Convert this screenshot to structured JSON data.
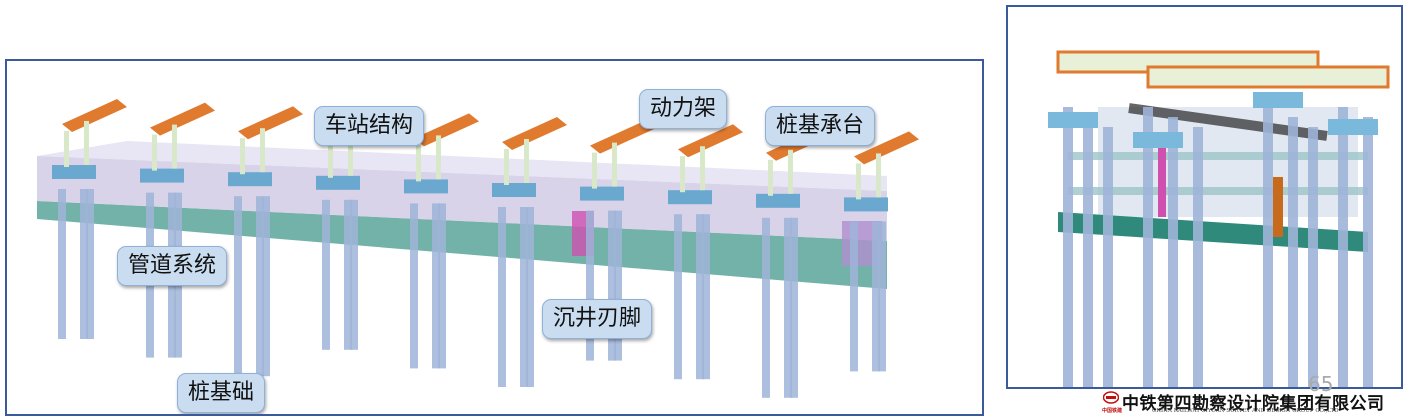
{
  "labels": {
    "station_structure": "车站结构",
    "power_frame": "动力架",
    "pile_cap": "桩基承台",
    "pipeline_system": "管道系统",
    "caisson_cutting_edge": "沉井刃脚",
    "pile_foundation": "桩基础"
  },
  "page_number": "65",
  "footer": {
    "company_cn": "中铁第四勘察设计院集团有限公司",
    "company_en": "CHINA RAILWAY SIYUAN SURVEY AND DESIGN GROUP CO.,LTD",
    "brand": "中国铁建"
  },
  "colors": {
    "border": "#3a5a9c",
    "callout_fill": "#c9dcf0",
    "pile": "#9fb4d8",
    "truss": "#e07a2e",
    "slab": "#5aa59a"
  }
}
